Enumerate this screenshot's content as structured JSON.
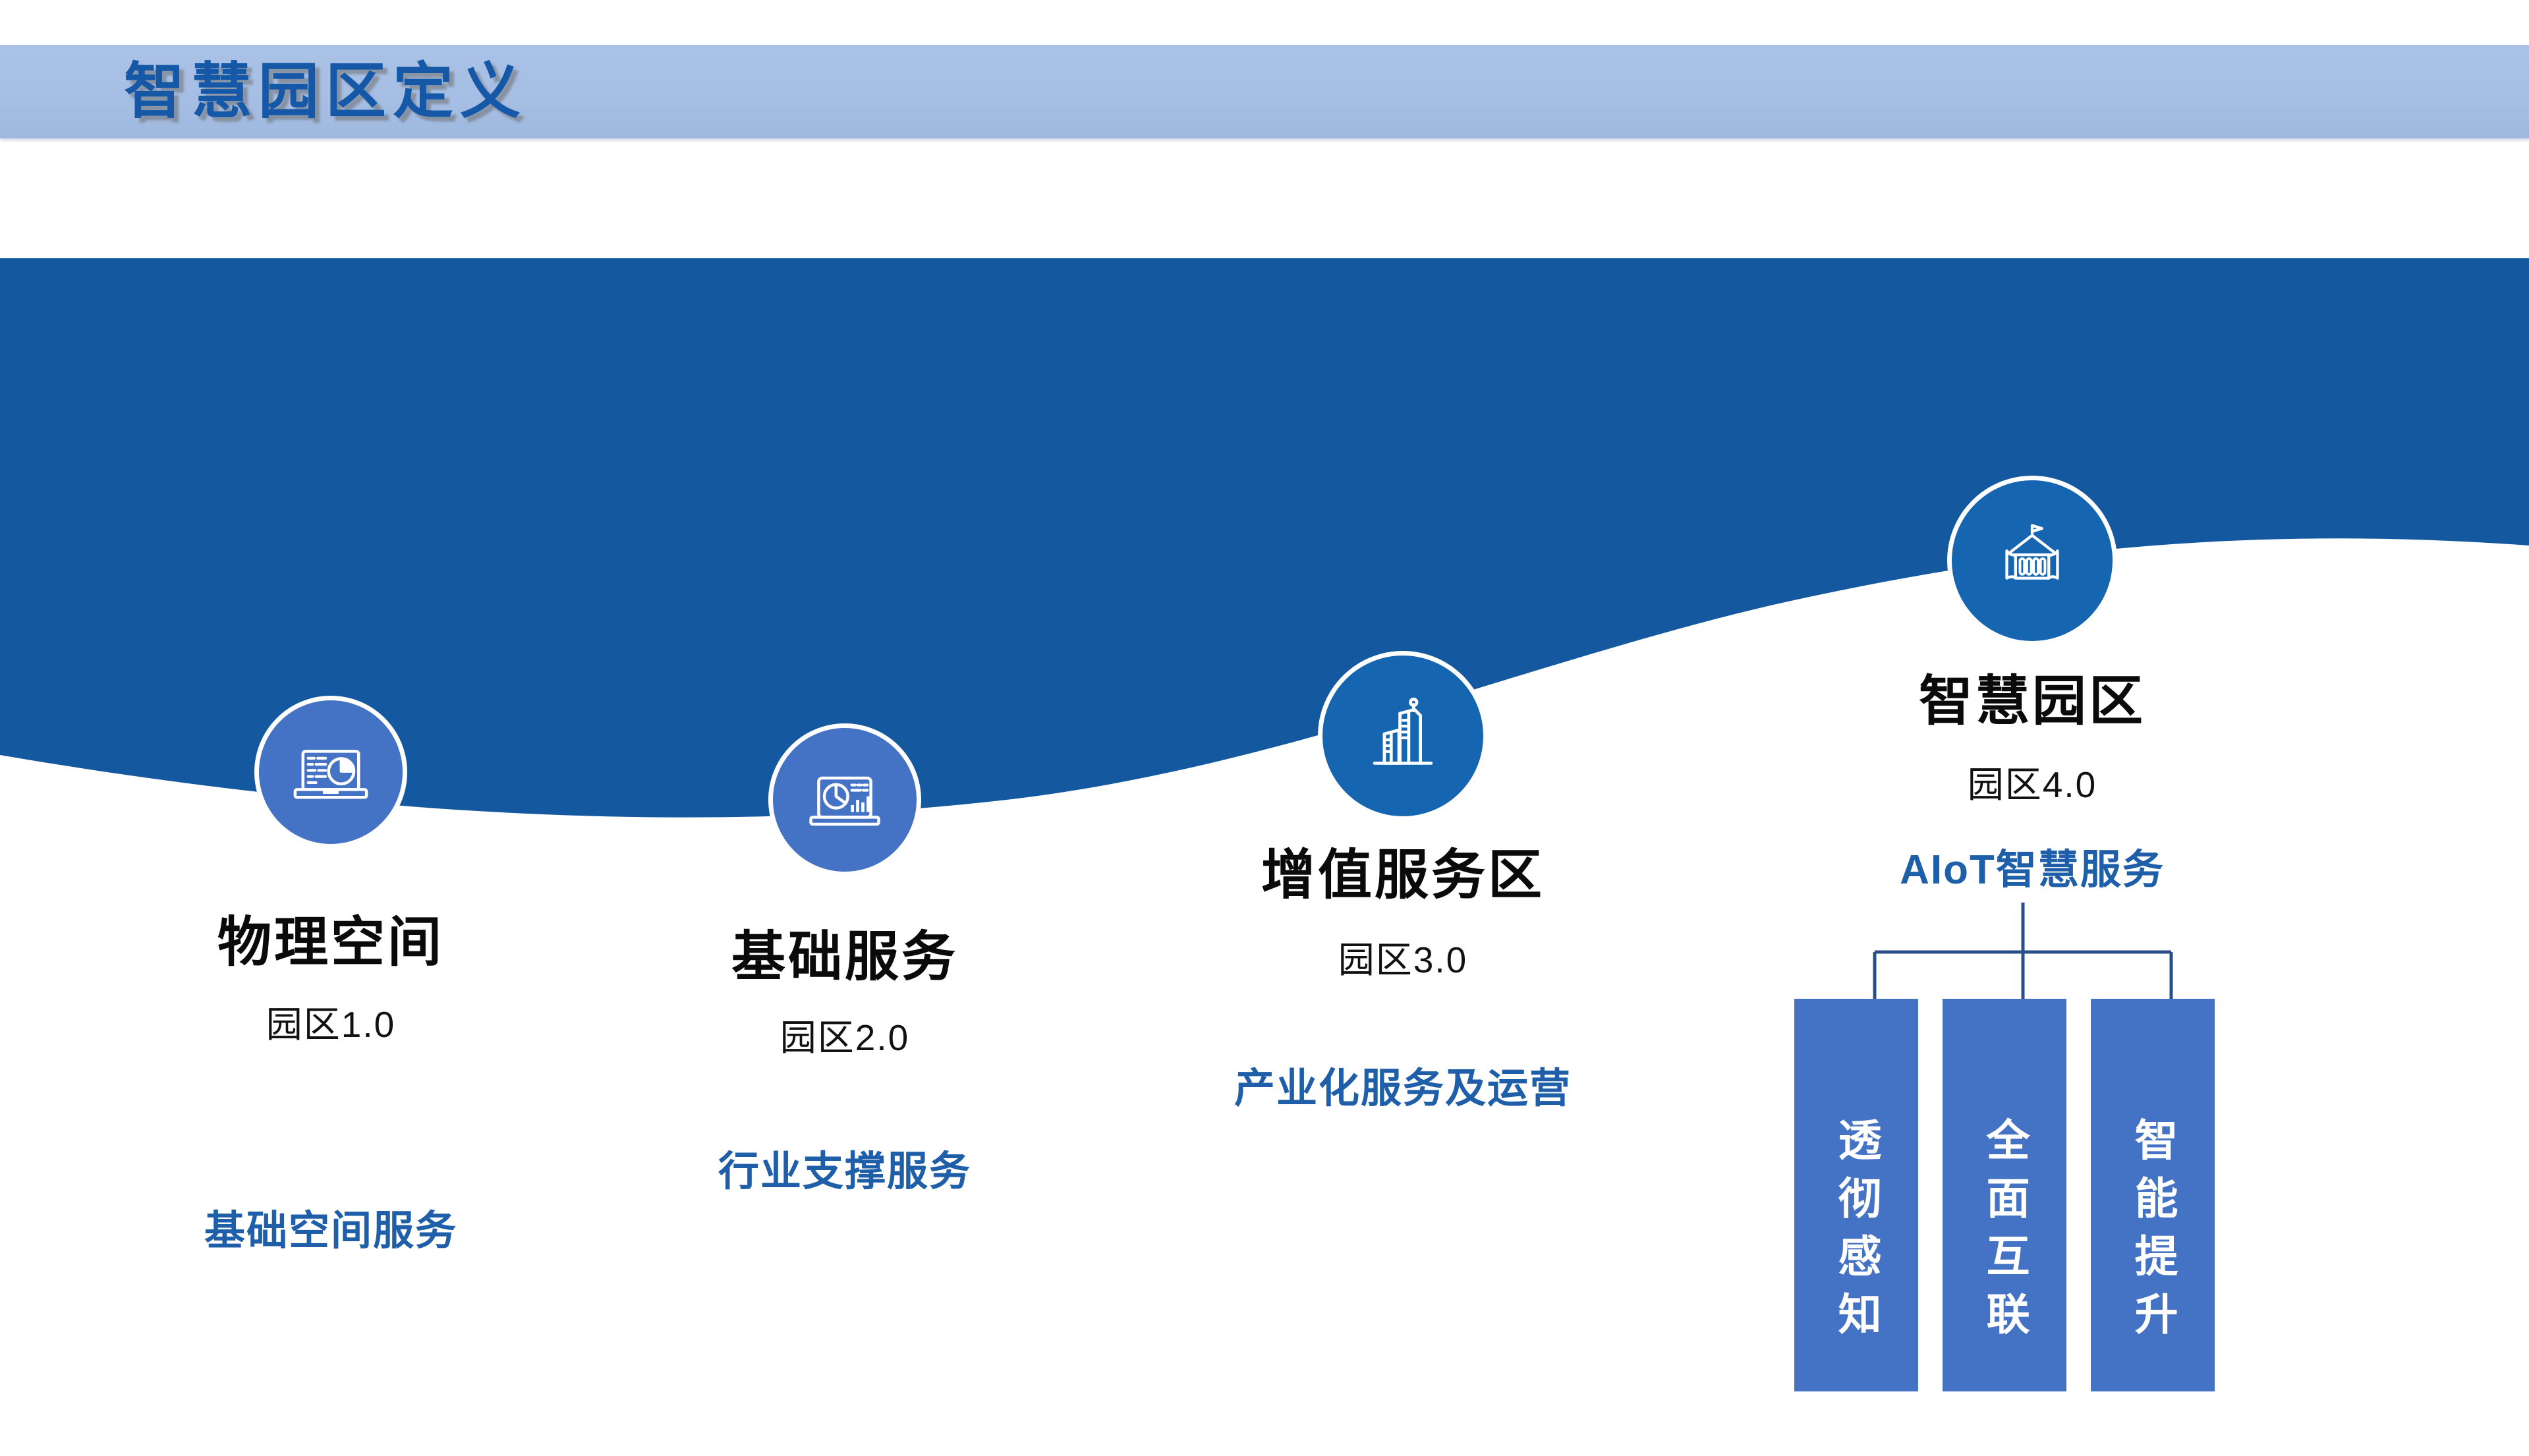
{
  "header": {
    "title": "智慧园区定义",
    "banner_color": "#a8c0e4",
    "title_color": "#1558a8"
  },
  "theme": {
    "band_color": "#14599f",
    "circle_light": "#4472c4",
    "circle_dark": "#1565b0",
    "accent_blue": "#1f5fa9",
    "pillar_color": "#4472c4",
    "connector_color": "#2a4f86"
  },
  "stages": [
    {
      "id": "stage-1",
      "icon": "laptop-pie-chart-icon",
      "title": "物理空间",
      "version": "园区1.0",
      "subtitle": "基础空间服务",
      "circle_color": "#4472c4"
    },
    {
      "id": "stage-2",
      "icon": "laptop-dashboard-icon",
      "title": "基础服务",
      "version": "园区2.0",
      "subtitle": "行业支撑服务",
      "circle_color": "#4472c4"
    },
    {
      "id": "stage-3",
      "icon": "city-buildings-icon",
      "title": "增值服务区",
      "version": "园区3.0",
      "subtitle": "产业化服务及运营",
      "circle_color": "#1565b0"
    },
    {
      "id": "stage-4",
      "icon": "institution-building-icon",
      "title": "智慧园区",
      "version": "园区4.0",
      "subtitle": "AIoT智慧服务",
      "circle_color": "#1565b0"
    }
  ],
  "pillars": [
    {
      "id": "pillar-1",
      "label": "透彻感知"
    },
    {
      "id": "pillar-2",
      "label": "全面互联"
    },
    {
      "id": "pillar-3",
      "label": "智能提升"
    }
  ]
}
